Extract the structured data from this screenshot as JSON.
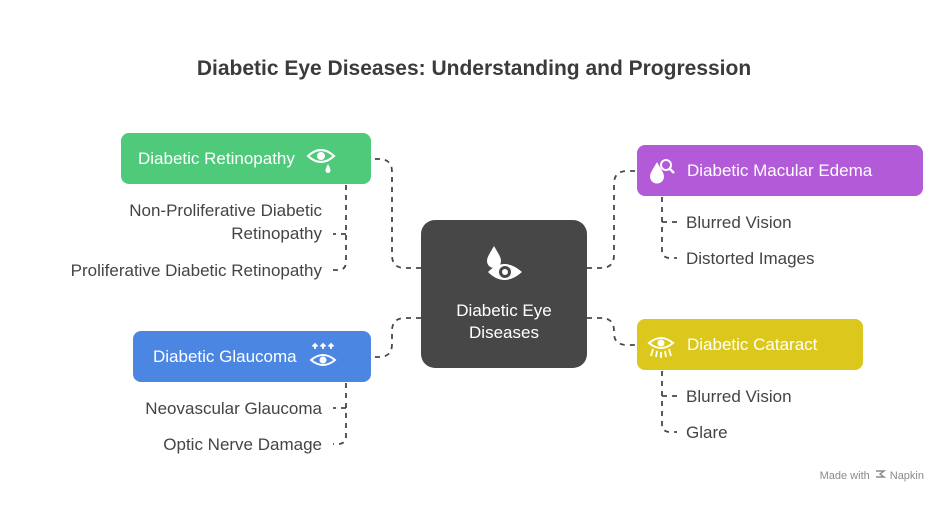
{
  "title": "Diabetic Eye Diseases: Understanding and Progression",
  "center": {
    "label_line1": "Diabetic Eye",
    "label_line2": "Diseases",
    "icon": "eye-drop-icon"
  },
  "nodes": {
    "retinopathy": {
      "label": "Diabetic Retinopathy",
      "color": "#4fc97a",
      "icon": "eye-tear-icon",
      "children": [
        "Non-Proliferative Diabetic",
        "Retinopathy",
        "Proliferative Diabetic Retinopathy"
      ]
    },
    "glaucoma": {
      "label": "Diabetic Glaucoma",
      "color": "#4a86e2",
      "icon": "eye-pressure-icon",
      "children": [
        "Neovascular Glaucoma",
        "Optic Nerve Damage"
      ]
    },
    "macular": {
      "label": "Diabetic Macular Edema",
      "color": "#b35ad9",
      "icon": "drop-magnifier-icon",
      "children": [
        "Blurred Vision",
        "Distorted Images"
      ]
    },
    "cataract": {
      "label": "Diabetic Cataract",
      "color": "#dcc81c",
      "icon": "cloudy-eye-icon",
      "children": [
        "Blurred Vision",
        "Glare"
      ]
    }
  },
  "footer": {
    "made_with": "Made with",
    "brand": "Napkin"
  }
}
